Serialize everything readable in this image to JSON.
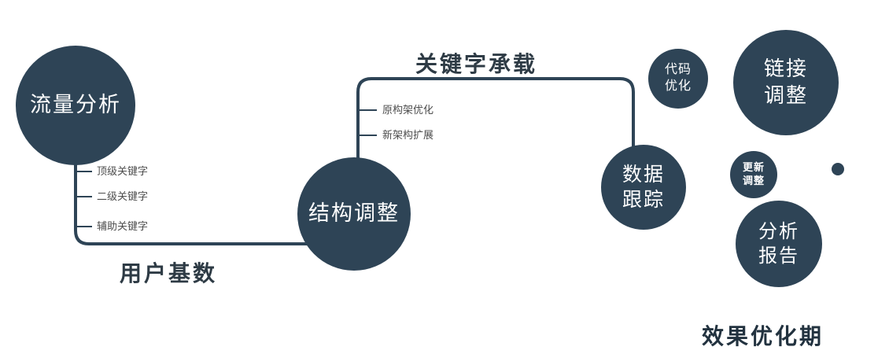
{
  "colors": {
    "primary": "#2e4456",
    "edge_label": "#2e3b45",
    "branch_label": "#4d4d4d",
    "node_text": "#ffffff"
  },
  "nodes": {
    "traffic": {
      "label": "流量分析"
    },
    "structure": {
      "label": "结构调整"
    },
    "data_tracking": {
      "line1": "数据",
      "line2": "跟踪"
    },
    "code_opt": {
      "line1": "代码",
      "line2": "优化"
    },
    "link_adjust": {
      "line1": "链接",
      "line2": "调整"
    },
    "update_adjust": {
      "line1": "更新",
      "line2": "调整"
    },
    "analysis_report": {
      "line1": "分析",
      "line2": "报告"
    }
  },
  "branch_labels": {
    "traffic": [
      "顶级关键字",
      "二级关键字",
      "辅助关键字"
    ],
    "structure": [
      "原构架优化",
      "新架构扩展"
    ]
  },
  "edge_labels": {
    "user_base": "用户基数",
    "keyword_bearing": "关键字承载"
  },
  "caption": "效果优化期"
}
